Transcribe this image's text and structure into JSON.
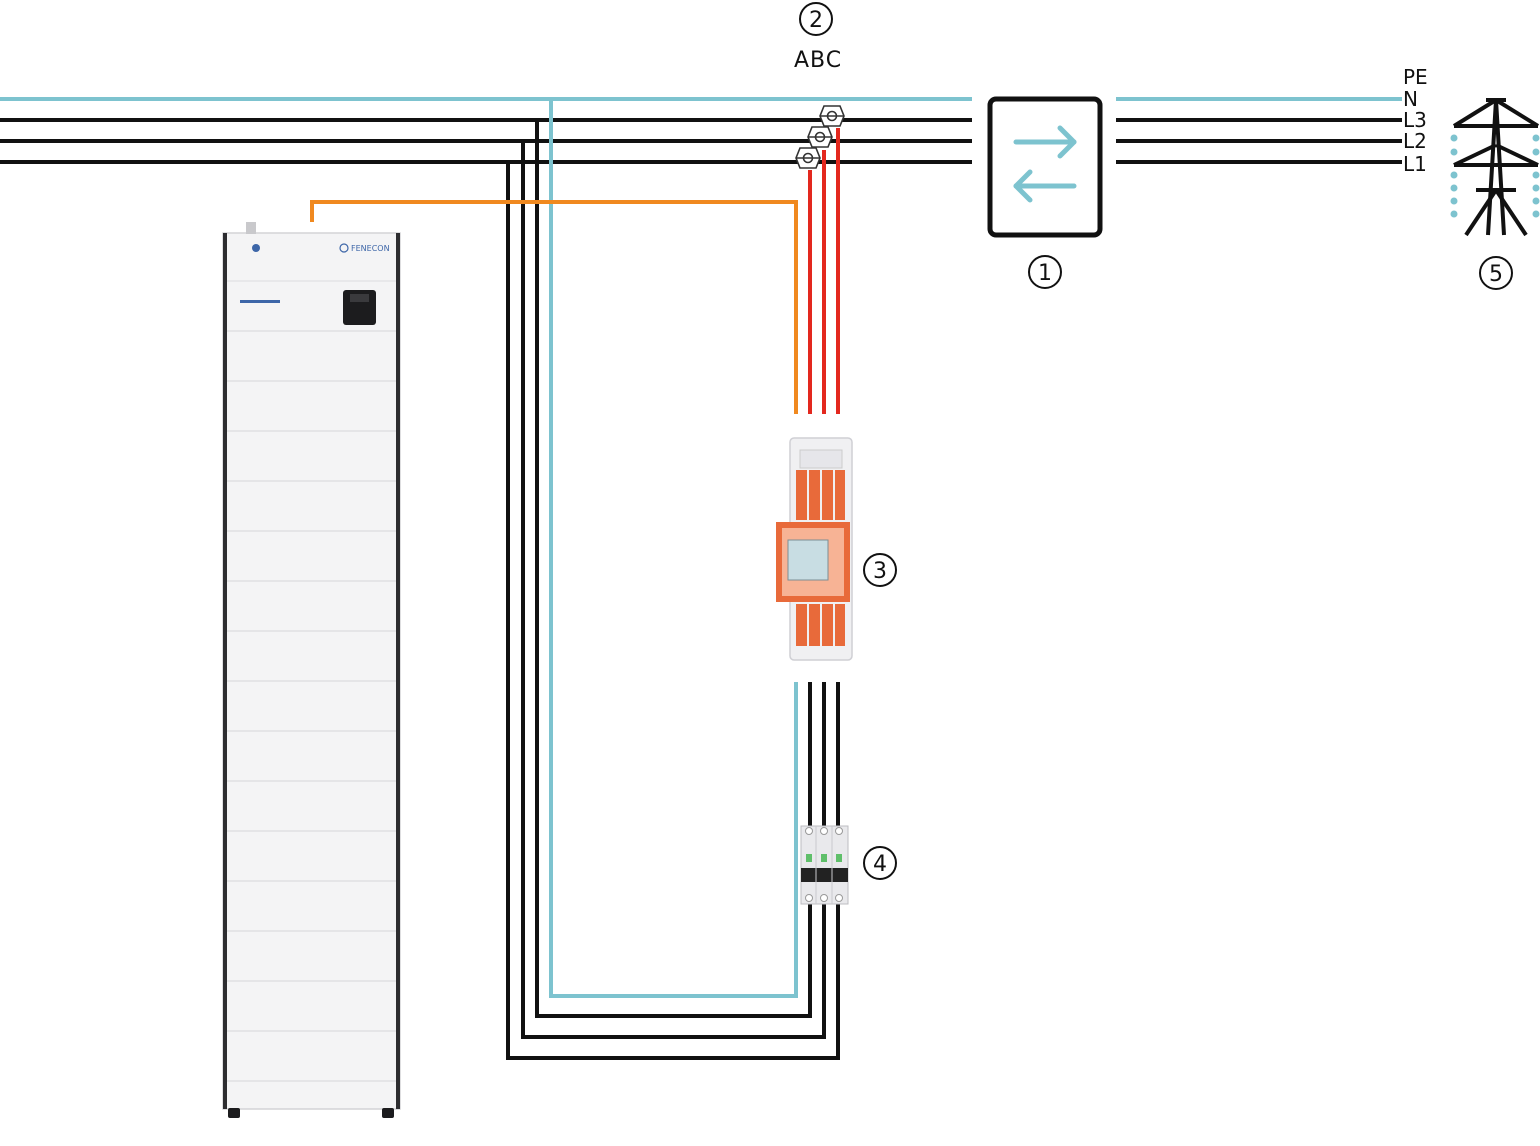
{
  "labels": {
    "meter_ref_number": "2",
    "meter_ref_text": "ABC",
    "inverter_ref": "1",
    "energy_meter_ref": "3",
    "breaker_ref": "4",
    "grid_ref": "5",
    "brand": "FENECON"
  },
  "conductors": [
    "PE",
    "N",
    "L3",
    "L2",
    "L1"
  ],
  "colors": {
    "neutral": "#7dc3cf",
    "phase": "#111111",
    "data_line": "#f0891f",
    "ct_line": "#e3281e",
    "meter_orange": "#e86a3a"
  },
  "icons": {
    "inverter": "bidirectional-arrows-icon",
    "grid": "power-pylon-icon",
    "current_transformer": "clamp-ct-icon"
  }
}
